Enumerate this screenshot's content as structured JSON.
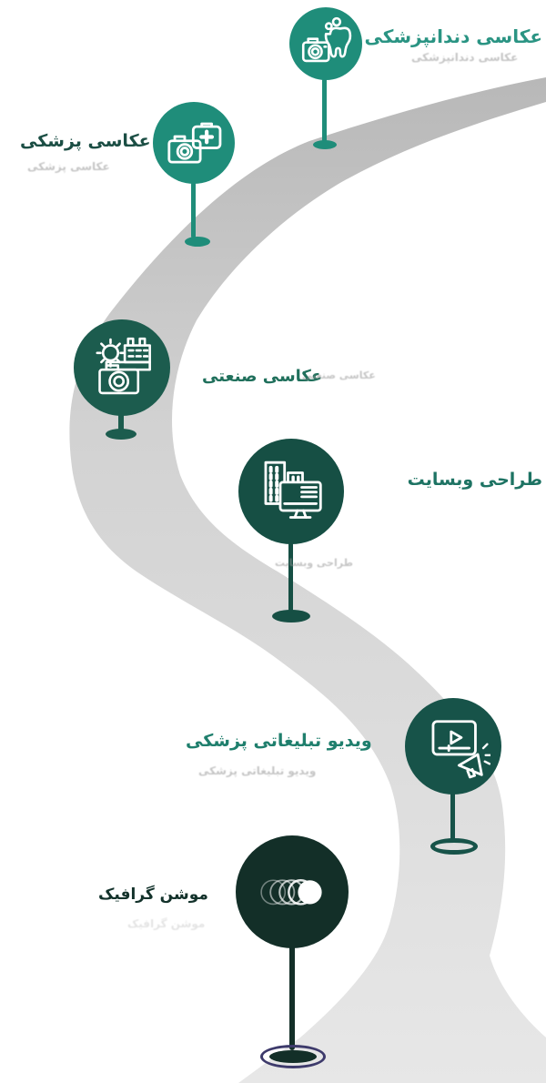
{
  "infographic": {
    "type": "services-roadmap",
    "direction": "rtl",
    "background": "#ffffff",
    "road": {
      "color_top": "#b8b8b8",
      "color_bottom": "#e7e7e7"
    },
    "milestones": [
      {
        "id": "dental-photography",
        "label": "عکاسی دندانپزشکی",
        "icon": "camera-tooth-icon",
        "circle_color": "#1f8d7a",
        "label_color": "#2a9483"
      },
      {
        "id": "medical-photography",
        "label": "عکاسی پزشکی",
        "icon": "camera-medkit-icon",
        "circle_color": "#1f8d7a",
        "label_color": "#1b4e44"
      },
      {
        "id": "industrial-photography",
        "label": "عکاسی صنعتی",
        "icon": "camera-factory-icon",
        "circle_color": "#1c5c4e",
        "label_color": "#20705c"
      },
      {
        "id": "website-design",
        "label": "طراحی وبسایت",
        "icon": "buildings-monitor-icon",
        "circle_color": "#164f44",
        "label_color": "#1d7363"
      },
      {
        "id": "medical-promo-video",
        "label": "ویدیو تبلیغاتی پزشکی",
        "icon": "video-megaphone-icon",
        "circle_color": "#175349",
        "label_color": "#1f7f6d"
      },
      {
        "id": "motion-graphics",
        "label": "موشن گرافیک",
        "icon": "overlapping-circles-icon",
        "circle_color": "#132f28",
        "label_color": "#13322b"
      }
    ],
    "base_ring_color": "#3d3a6b"
  }
}
